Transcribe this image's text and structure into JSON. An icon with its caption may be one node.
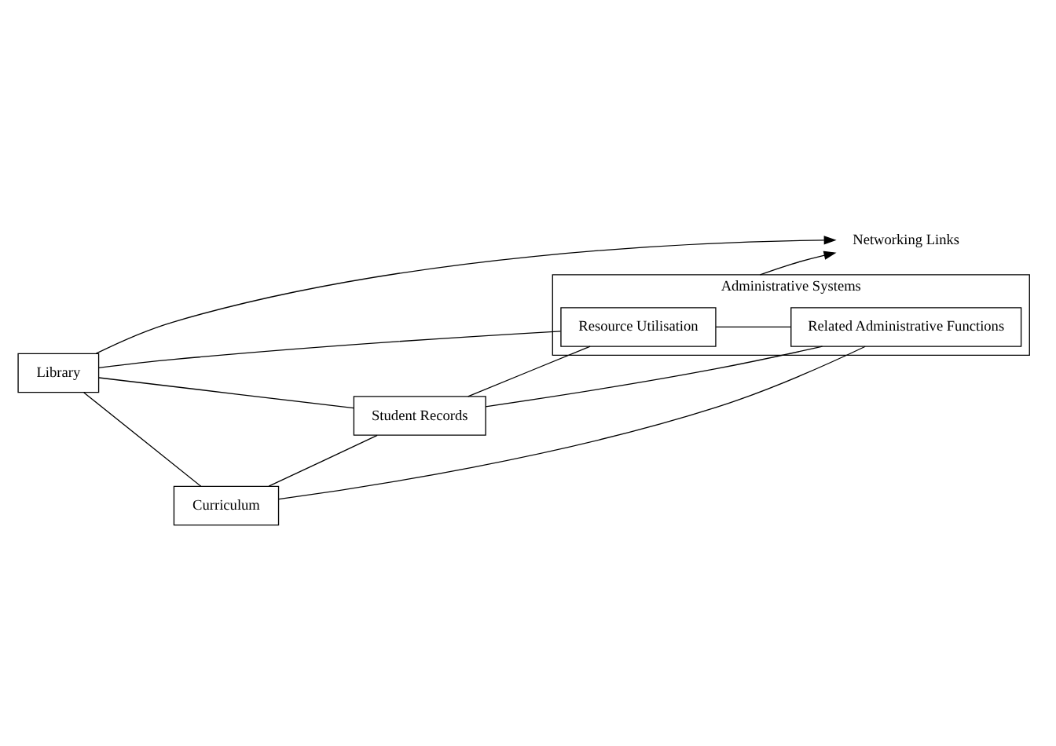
{
  "diagram": {
    "nodes": [
      {
        "text": [
          "Networking Links"
        ]
      },
      {
        "text": [
          "Library"
        ]
      },
      {
        "text": [
          "Curriculum"
        ]
      },
      {
        "text": [
          "Administrative Systems"
        ]
      },
      {
        "text": [
          "Student Records"
        ]
      },
      {
        "text": [
          "Resource Utilisation"
        ],
        "in": 3
      },
      {
        "text": [
          "Related Administrative Functions"
        ],
        "in": 3
      }
    ],
    "edges": [
      {
        "from": 1,
        "to": 0,
        "arrow": "to"
      },
      {
        "from": 3,
        "to": 0,
        "arrow": "to"
      },
      {
        "from": 1,
        "to": 2,
        "arrow": "none"
      },
      {
        "from": 1,
        "to": 5,
        "arrow": "none"
      },
      {
        "from": 1,
        "to": 4,
        "arrow": "none"
      },
      {
        "from": 2,
        "to": 4,
        "arrow": "none"
      },
      {
        "from": 2,
        "to": 6,
        "arrow": "none"
      },
      {
        "from": 4,
        "to": 5,
        "arrow": "none"
      },
      {
        "from": 4,
        "to": 6,
        "arrow": "none"
      },
      {
        "from": 5,
        "to": 6,
        "arrow": "none"
      }
    ]
  }
}
